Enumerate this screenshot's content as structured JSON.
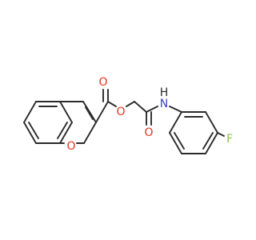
{
  "molecule": {
    "atoms": {
      "ester_carbonyl_O": "O",
      "ester_link_O": "O",
      "ring_O": "O",
      "amide_O": "O",
      "amide_N": "N",
      "amide_H": "H",
      "fluorine": "F"
    },
    "colors": {
      "bond": "#2b2b2b",
      "oxygen": "#e8321f",
      "nitrogen": "#3a45c8",
      "fluorine": "#8bc43e",
      "background": "#ffffff"
    }
  }
}
